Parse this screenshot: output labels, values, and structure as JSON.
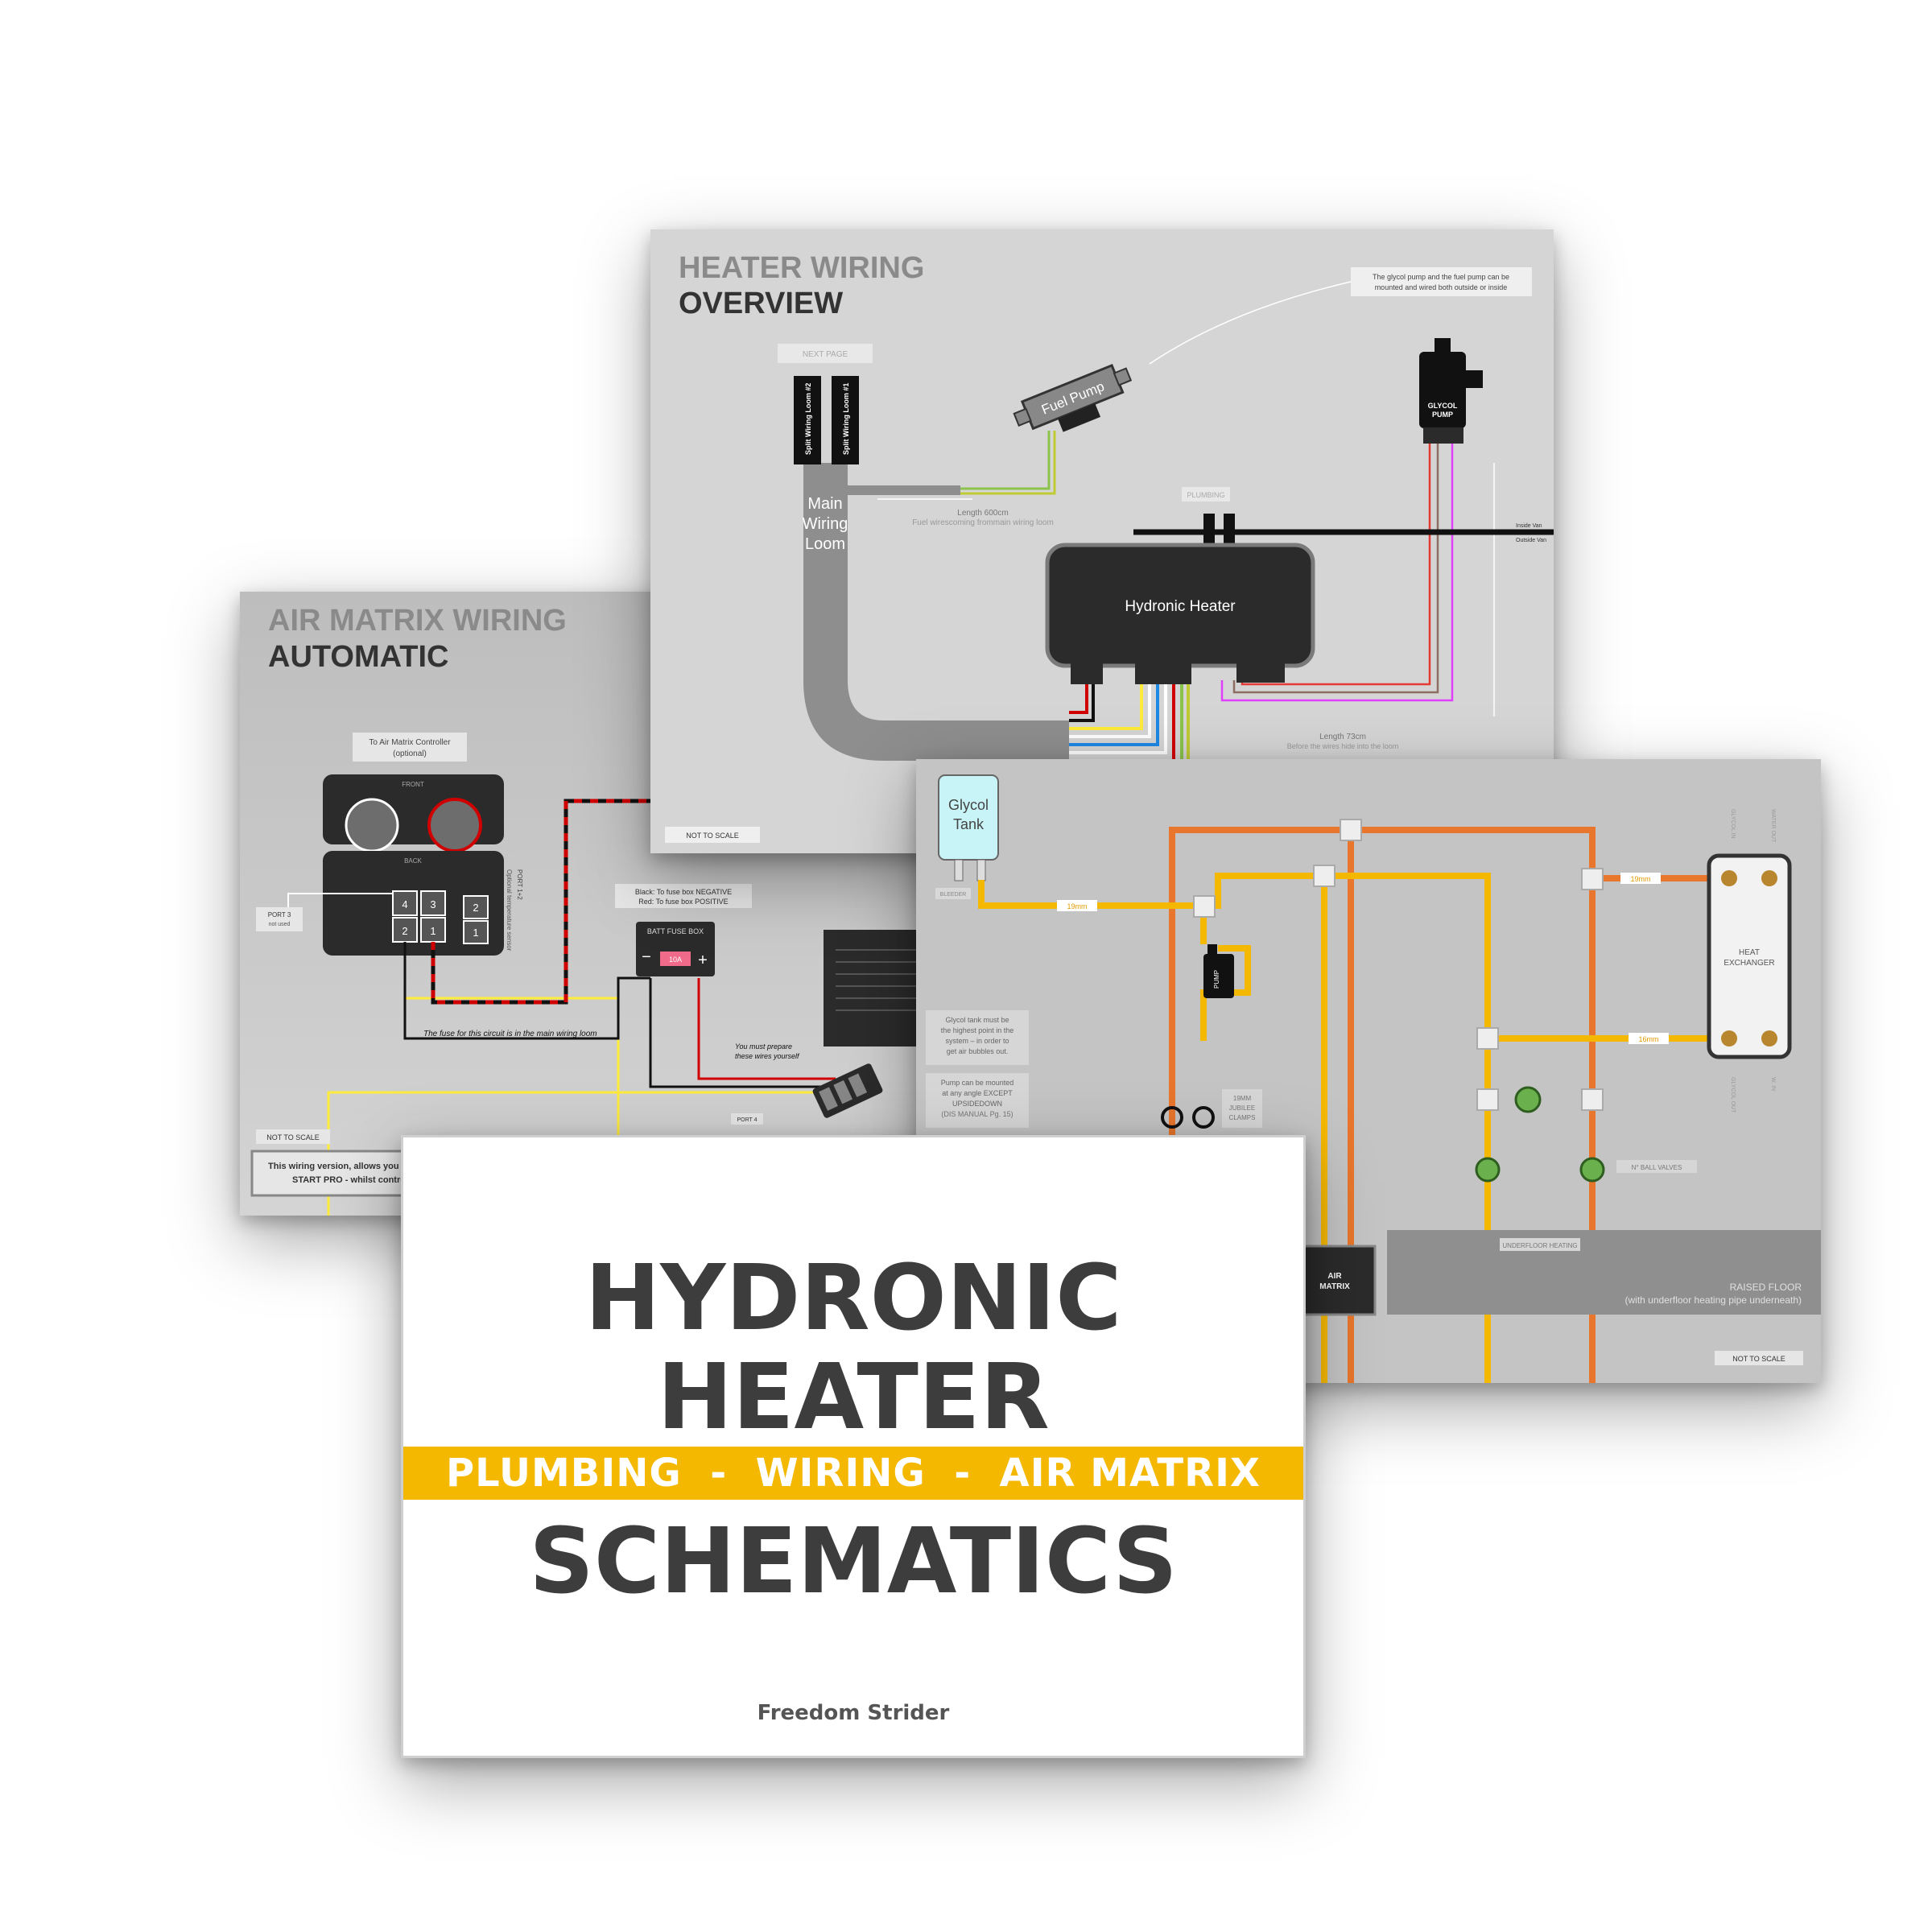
{
  "air_matrix_sheet": {
    "title_line1": "AIR MATRIX WIRING",
    "title_line2": "AUTOMATIC",
    "controller_note": "To Air Matrix Controller",
    "controller_optional": "(optional)",
    "front_label": "FRONT",
    "back_label": "BACK",
    "port3_label": "PORT 3",
    "port3_note": "not used",
    "port12_label": "PORT 1+2",
    "port12_note": "Optional temperature sensor",
    "pins_left": [
      "4",
      "3",
      "2",
      "1"
    ],
    "pins_right": [
      "2",
      "1"
    ],
    "fuse_note_black": "Black: To fuse box NEGATIVE",
    "fuse_note_red": "Red: To fuse box POSITIVE",
    "fuse_box_label": "BATT FUSE BOX",
    "fuse_rating": "10A",
    "minus_sign": "−",
    "plus_sign": "+",
    "fuse_circuit_note": "The fuse for this circuit is in the main wiring loom",
    "prepare_note_1": "You must prepare",
    "prepare_note_2": "these wires yourself",
    "port4_label": "PORT 4",
    "not_to_scale": "NOT TO SCALE",
    "footer_line1": "This wiring version, allows you",
    "footer_line2": "START PRO - whilst contro"
  },
  "wiring_sheet": {
    "title_line1": "HEATER WIRING",
    "title_line2": "OVERVIEW",
    "next_page": "NEXT PAGE",
    "loom2_label": "Split Wiring Loom #2",
    "loom1_label": "Split Wiring Loom #1",
    "main_loom_1": "Main",
    "main_loom_2": "Wiring",
    "main_loom_3": "Loom",
    "fuel_pump": "Fuel Pump",
    "glycol_pump_1": "GLYCOL",
    "glycol_pump_2": "PUMP",
    "pump_note_1": "The glycol pump and the fuel pump can be",
    "pump_note_2": "mounted and wired both outside or inside",
    "length_600": "Length 600cm",
    "fuel_wire_note": "Fuel wirescoming frommain wiring loom",
    "plumbing": "PLUMBING",
    "inside_van": "Inside Van",
    "outside_van": "Outside Van",
    "heater": "Hydronic Heater",
    "length_73": "Length 73cm",
    "length_73_note": "Before the wires hide into the loom",
    "not_to_scale": "NOT TO SCALE"
  },
  "plumbing_sheet": {
    "glycol_tank_1": "Glycol",
    "glycol_tank_2": "Tank",
    "bleeder": "BLEEDER",
    "size_19": "19mm",
    "size_16": "16mm",
    "pump": "PUMP",
    "glycol_note": [
      "Glycol tank must be",
      "the highest point in the",
      "system – in order to",
      "get air bubbles out."
    ],
    "pump_note": [
      "Pump can be mounted",
      "at any angle EXCEPT",
      "UPSIDEDOWN",
      "(DIS MANUAL  Pg. 15)"
    ],
    "clamps_note": [
      "19MM",
      "JUBILEE",
      "CLAMPS"
    ],
    "heat_exchanger_1": "HEAT",
    "heat_exchanger_2": "EXCHANGER",
    "glycol_in": "GLYCOL IN",
    "water_out": "WATER OUT",
    "glycol_out": "GLYCOL OUT",
    "water_in": "W. IN",
    "ball_valves": "N° BALL VALVES",
    "underfloor": "UNDERFLOOR HEATING",
    "air_matrix_1": "AIR",
    "air_matrix_2": "MATRIX",
    "raised_floor": "RAISED FLOOR",
    "raised_floor_note": "(with underfloor heating pipe underneath)",
    "not_to_scale": "NOT TO SCALE"
  },
  "cover": {
    "title_line1": "HYDRONIC",
    "title_line2": "HEATER",
    "band": "PLUMBING  -  WIRING  -  AIR MATRIX",
    "title_line3": "SCHEMATICS",
    "author": "Freedom Strider"
  },
  "colors": {
    "band_yellow": "#f5b800",
    "pipe_orange": "#e8762c",
    "pipe_yellow": "#f5b800",
    "sheet_gray": "#c8c8c8",
    "heater_black": "#2a2a2a"
  }
}
